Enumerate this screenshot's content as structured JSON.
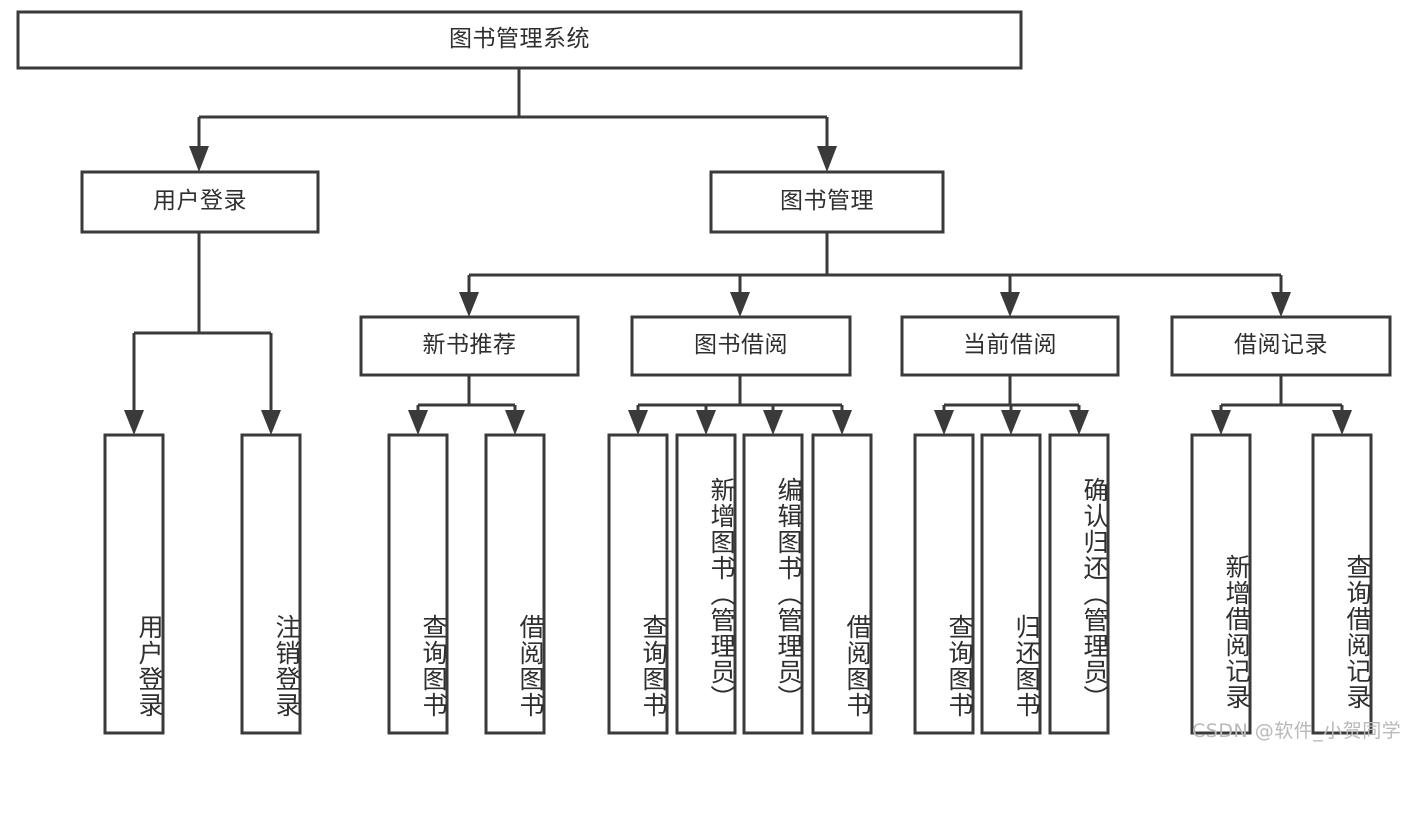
{
  "diagram": {
    "type": "tree-hierarchy",
    "orientation": "top-down",
    "root": {
      "label": "图书管理系统"
    },
    "level2": [
      {
        "label": "用户登录"
      },
      {
        "label": "图书管理"
      }
    ],
    "level3": [
      {
        "label": "新书推荐"
      },
      {
        "label": "图书借阅"
      },
      {
        "label": "当前借阅"
      },
      {
        "label": "借阅记录"
      }
    ],
    "leaves": {
      "user_login": [
        {
          "label": "用户登录"
        },
        {
          "label": "注销登录"
        }
      ],
      "new_book_recommend": [
        {
          "label": "查询图书"
        },
        {
          "label": "借阅图书"
        }
      ],
      "book_borrow": [
        {
          "label": "查询图书"
        },
        {
          "label": "新增图书（管理员）"
        },
        {
          "label": "编辑图书（管理员）"
        },
        {
          "label": "借阅图书"
        }
      ],
      "current_borrow": [
        {
          "label": "查询图书"
        },
        {
          "label": "归还图书"
        },
        {
          "label": "确认归还（管理员）"
        }
      ],
      "borrow_record": [
        {
          "label": "新增借阅记录"
        },
        {
          "label": "查询借阅记录"
        }
      ]
    }
  },
  "colors": {
    "box_stroke": "#3a3a3a",
    "box_fill": "#ffffff",
    "text": "#2f2f2f",
    "watermark": "#b9b9b9",
    "background": "#ffffff"
  },
  "watermark": {
    "text": "CSDN @软件_小贺同学"
  }
}
